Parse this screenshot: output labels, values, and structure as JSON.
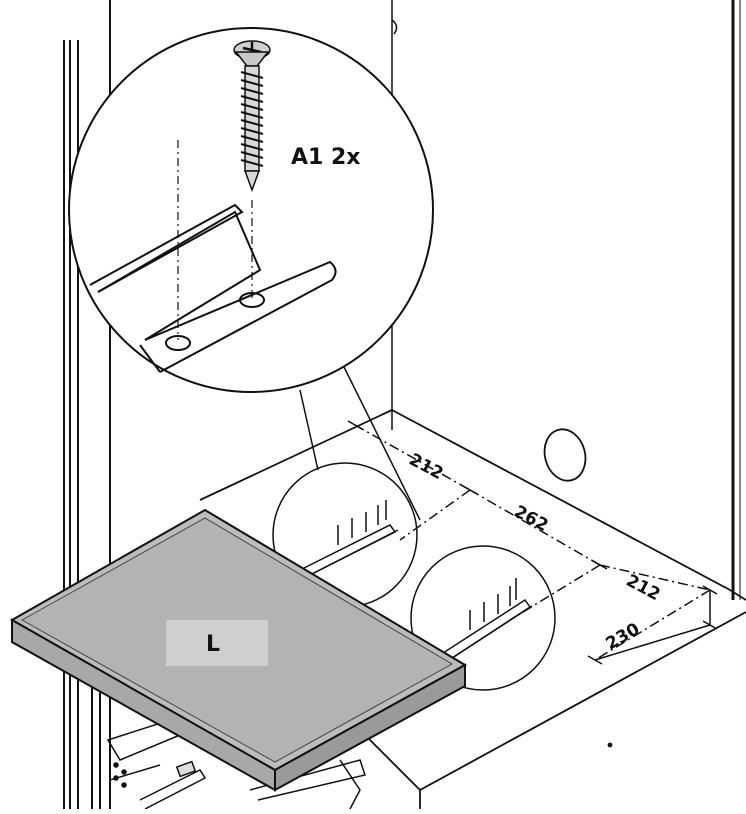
{
  "callout": {
    "part_label": "A1 2x"
  },
  "dimensions": {
    "d1": "212",
    "d2": "262",
    "d3": "212",
    "d4": "230"
  },
  "shelf": {
    "label": "L",
    "fill_color": "#b8b8b8"
  },
  "colors": {
    "line": "#111111",
    "background": "#ffffff"
  },
  "icons": [
    "screw-icon"
  ]
}
